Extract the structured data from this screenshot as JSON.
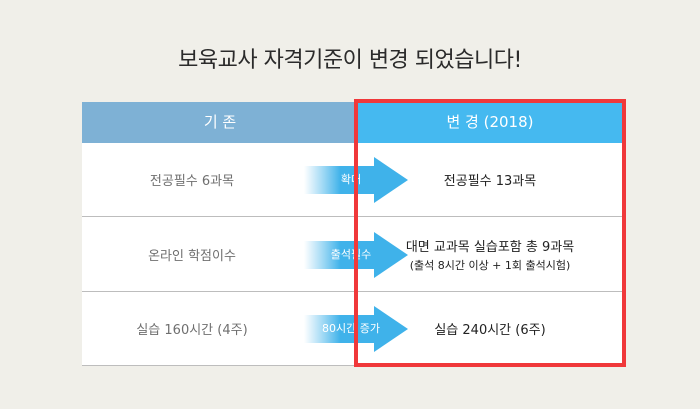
{
  "title": "보육교사 자격기준이 변경 되었습니다!",
  "colors": {
    "header_old": "#7eb1d5",
    "header_new": "#45b9f0",
    "highlight_border": "#f0383a",
    "arrow": "#3fb2ea"
  },
  "header": {
    "old_label": "기 존",
    "new_label": "변 경 (2018)"
  },
  "rows": [
    {
      "old": "전공필수 6과목",
      "change": "확대",
      "new": "전공필수 13과목",
      "new_sub": ""
    },
    {
      "old": "온라인 학점이수",
      "change": "출석필수",
      "new": "대면 교과목 실습포함 총 9과목",
      "new_sub": "(출석 8시간 이상 + 1회 출석시험)"
    },
    {
      "old": "실습 160시간 (4주)",
      "change": "80시간 증가",
      "new": "실습 240시간 (6주)",
      "new_sub": ""
    }
  ]
}
